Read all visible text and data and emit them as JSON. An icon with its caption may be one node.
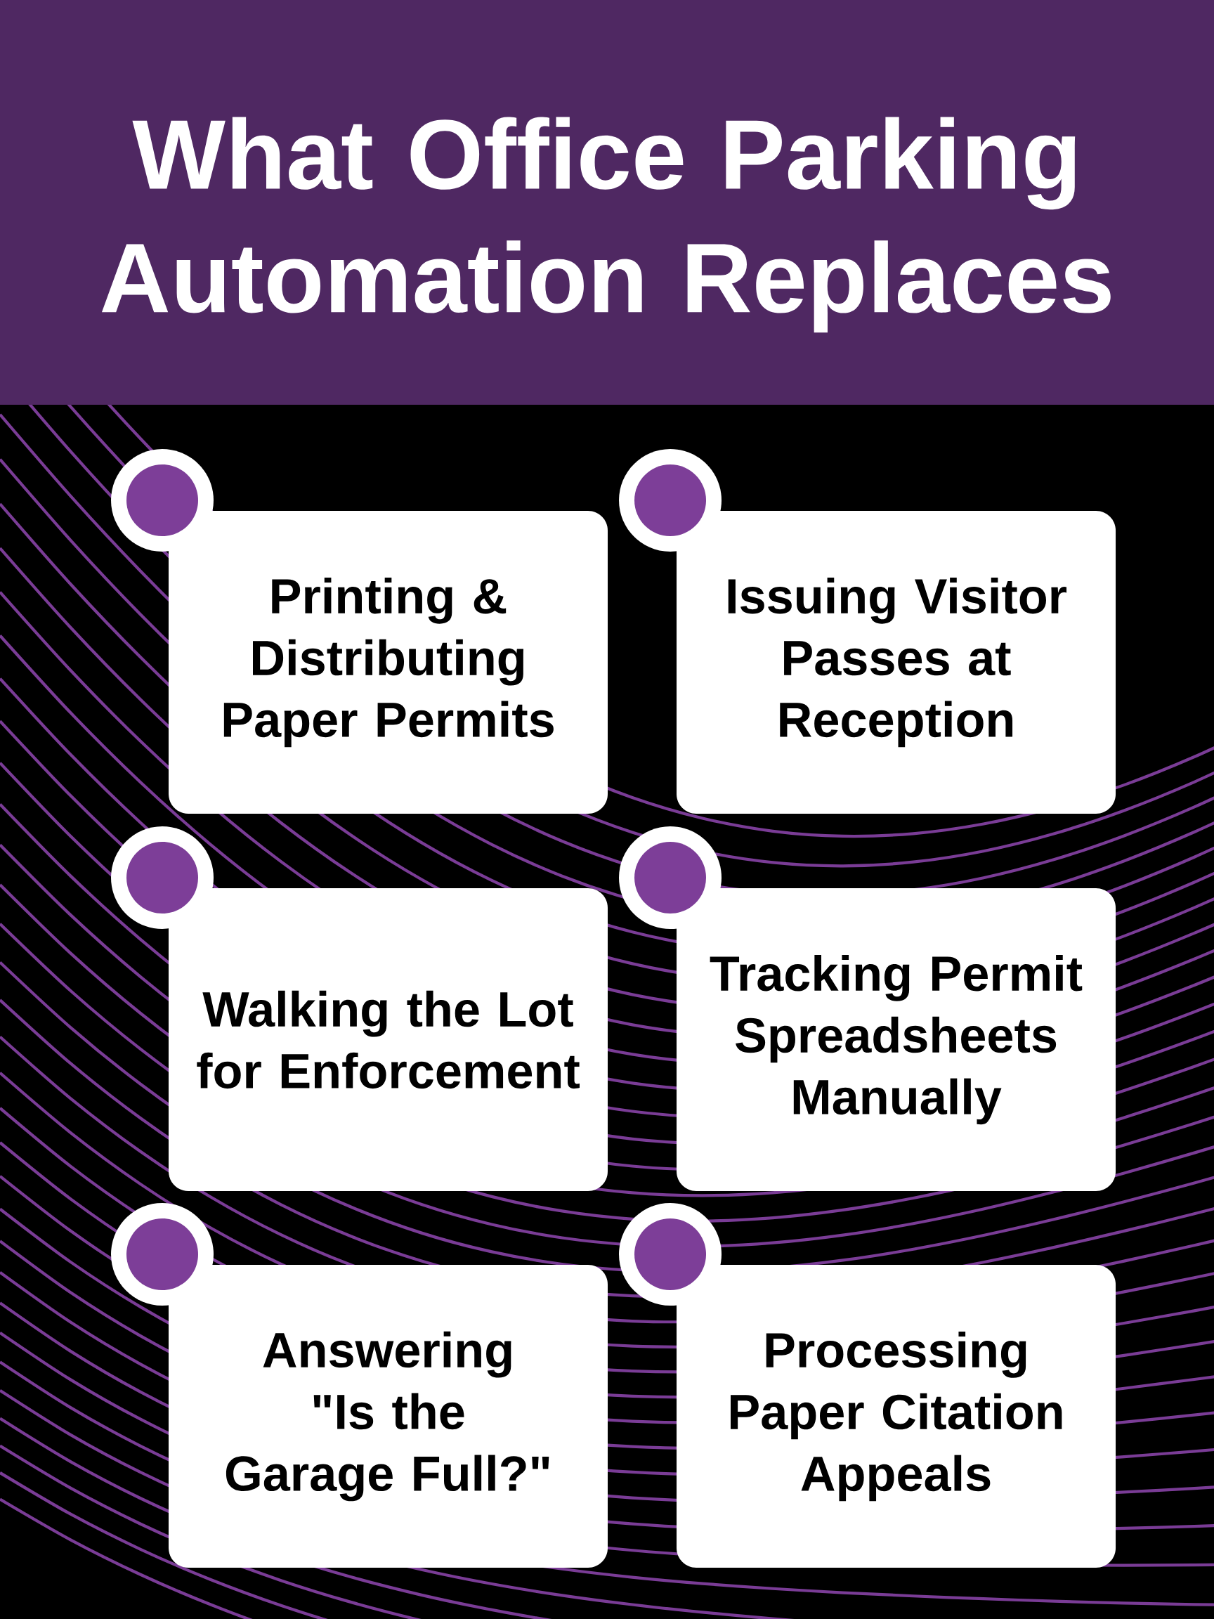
{
  "diagram": {
    "title": "What Office Parking Automation Replaces",
    "nodes": [
      {
        "text": [
          "Printing & Distributing Paper Permits"
        ]
      },
      {
        "text": [
          "Issuing Visitor Passes at Reception"
        ]
      },
      {
        "text": [
          "Walking the Lot for Enforcement"
        ]
      },
      {
        "text": [
          "Tracking Permit Spreadsheets Manually"
        ]
      },
      {
        "text": [
          "Answering \"Is the Garage Full?\""
        ]
      },
      {
        "text": [
          "Processing Paper Citation Appeals"
        ]
      }
    ]
  }
}
